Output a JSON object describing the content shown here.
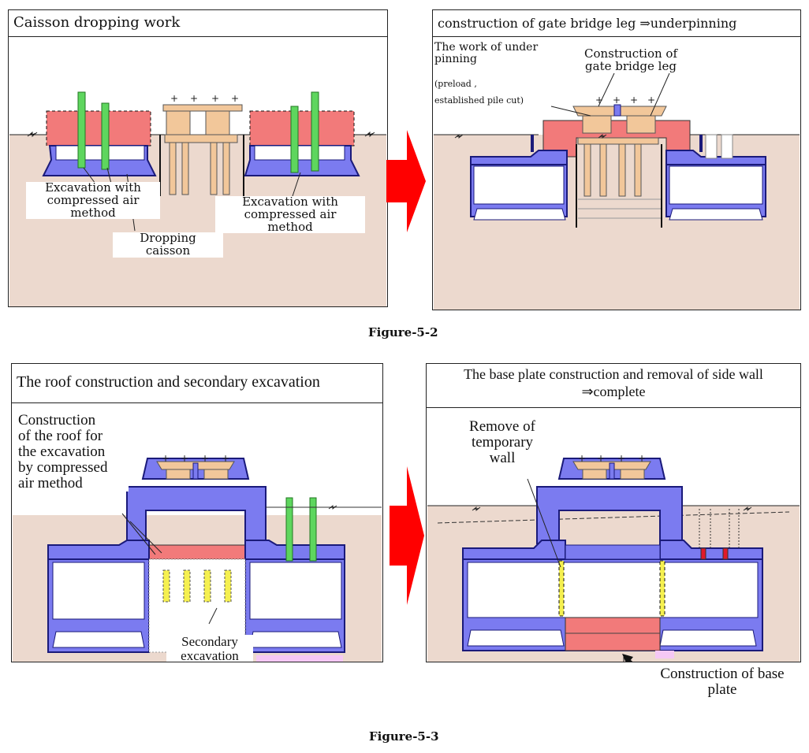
{
  "figure_5_2": {
    "caption": "Figure-5-2",
    "panel_a": {
      "title": "Caisson dropping work",
      "label_excavation_left": "Excavation with\ncompressed air\nmethod",
      "label_excavation_right": "Excavation with\ncompressed air\nmethod",
      "label_dropping": "Dropping\ncaisson"
    },
    "panel_b": {
      "title": "construction of gate bridge leg ⇒underpinning",
      "label_underpinning": "The work of under\npinning",
      "label_preload": "(preload ,\nestablished pile cut)",
      "label_gate_leg": "Construction of\ngate bridge leg"
    }
  },
  "figure_5_3": {
    "caption": "Figure-5-3",
    "panel_c": {
      "title": "The roof construction and secondary excavation",
      "label_roof": "Construction\nof the roof for\nthe excavation\nby compressed\nair method",
      "label_secondary": "Secondary\nexcavation"
    },
    "panel_d": {
      "title": "The base plate construction and removal of side wall\n⇒complete",
      "label_remove": "Remove of\ntemporary\nwall",
      "label_base": "Construction of base\nplate"
    }
  },
  "colors": {
    "ground": "#ecd9ce",
    "caisson_blue": "#7b7bf0",
    "caisson_outline": "#1a1a7a",
    "roof_red": "#f27a7a",
    "pile_green": "#5ed65e",
    "pier_tan": "#f2c79a",
    "arrow_red": "#ff0000",
    "wall_yellow": "#f5f050"
  }
}
